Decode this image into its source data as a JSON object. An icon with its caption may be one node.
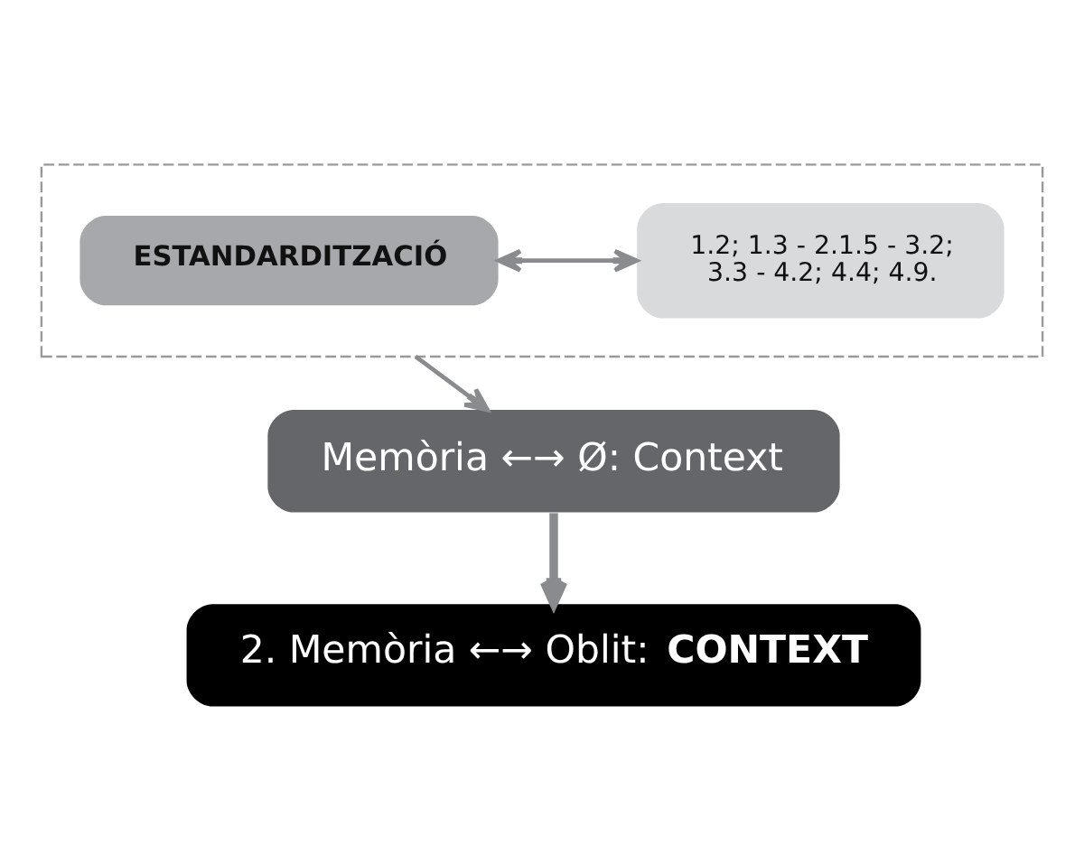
{
  "diagram": {
    "nodes": [
      {
        "text": [],
        "shape": "box"
      },
      {
        "text": [
          "ESTANDARDITZACIÓ"
        ],
        "in": 0
      },
      {
        "text": [
          "1.2; 1.3 - 2.1.5 - 3.2; 3.3 - 4.2; 4.4; 4.9."
        ],
        "in": 0
      },
      {
        "text": [
          "Memòria ←→ Ø: Context"
        ]
      },
      {
        "text": [
          "2. Memòria ←→ Oblit: **CONTEXT**"
        ]
      }
    ],
    "edges": [
      {
        "from": 1,
        "to": 2,
        "arrow": "both"
      },
      {
        "from": 0,
        "to": 3,
        "arrow": "to"
      },
      {
        "from": 3,
        "to": 4,
        "arrow": "to",
        "style": "thick"
      }
    ]
  }
}
